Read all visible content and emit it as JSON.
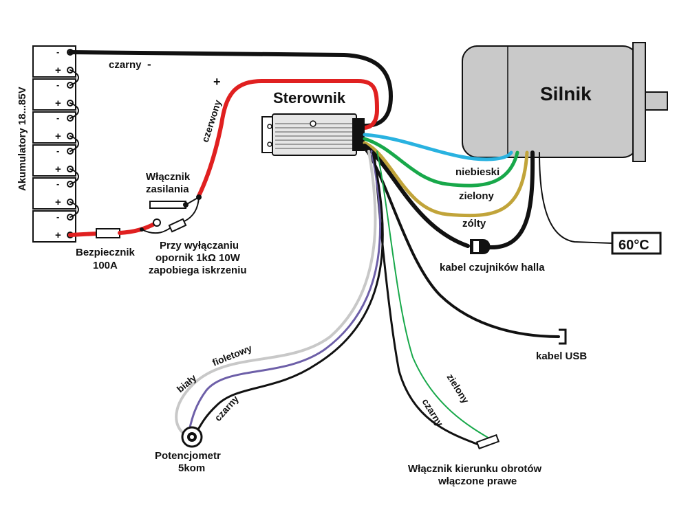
{
  "batteries": {
    "label": "Akumulatory 18...85V",
    "minus": "-",
    "plus": "+"
  },
  "controller": {
    "label": "Sterownik"
  },
  "motor": {
    "label": "Silnik"
  },
  "wires": {
    "black_top": "czarny",
    "black_top_sign": "-",
    "red": "czerwony",
    "red_sign": "+",
    "blue": "niebieski",
    "green": "zielony",
    "yellow": "zólty",
    "white": "biały",
    "violet": "fioletowy",
    "black_pot": "czarny",
    "green_dir": "zielony",
    "black_dir": "czarny"
  },
  "switch": {
    "line1": "Włącznik",
    "line2": "zasilania"
  },
  "fuse": {
    "line1": "Bezpiecznik",
    "line2": "100A"
  },
  "resistor_note": {
    "line1": "Przy wyłączaniu",
    "line2": "opornik 1kΩ 10W",
    "line3": "zapobiega iskrzeniu"
  },
  "hall": {
    "label": "kabel czujników halla"
  },
  "usb": {
    "label": "kabel USB"
  },
  "temp": {
    "label": "60°C"
  },
  "pot": {
    "line1": "Potencjometr",
    "line2": "5kom"
  },
  "direction": {
    "line1": "Włącznik kierunku obrotów",
    "line2": "włączone prawe"
  },
  "colors": {
    "black": "#111111",
    "red": "#e02020",
    "blue": "#29b2e0",
    "green": "#18a84a",
    "yellow": "#c1a43a",
    "white": "#c8c8c8",
    "violet": "#6d5fa8",
    "motor": "#c9c9c9"
  }
}
